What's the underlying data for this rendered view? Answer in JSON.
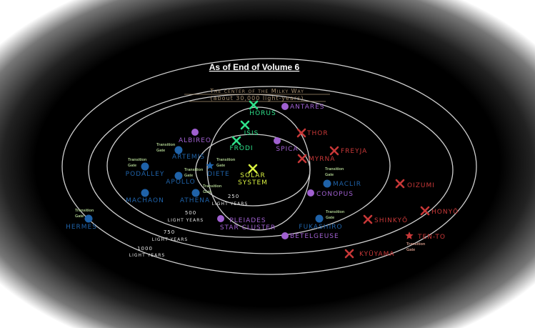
{
  "title": "As of End of Volume 6",
  "milky_way": [
    "The center of the Milky Way",
    "(about 30,000 light-years)"
  ],
  "gate_label": [
    "Transition",
    "Gate"
  ],
  "colors": {
    "green": "#2ee08a",
    "yellow": "#d8f040",
    "purple": "#a060d0",
    "red": "#c83838",
    "blue": "#1f62a8",
    "ring": "#cfcfcf",
    "tan": "#a89070"
  },
  "distances": [
    {
      "value": "250",
      "unit": "LIGHT YEARS"
    },
    {
      "value": "500",
      "unit": "LIGHT YEARS"
    },
    {
      "value": "750",
      "unit": "LIGHT YEARS"
    },
    {
      "value": "1000",
      "unit": "LIGHT YEARS"
    }
  ],
  "markers": [
    {
      "name": "HORUS",
      "kind": "x",
      "color": "green"
    },
    {
      "name": "ISIS",
      "kind": "x",
      "color": "green"
    },
    {
      "name": "FRODI",
      "kind": "x",
      "color": "green"
    },
    {
      "name": "SOLAR SYSTEM",
      "lines": [
        "SOLAR",
        "SYSTEM"
      ],
      "kind": "x",
      "color": "yellow"
    },
    {
      "name": "ANTARES",
      "kind": "dot",
      "color": "purple"
    },
    {
      "name": "ALBIREO",
      "kind": "dot",
      "color": "purple"
    },
    {
      "name": "SPICA",
      "kind": "dot",
      "color": "purple"
    },
    {
      "name": "THOR",
      "kind": "x",
      "color": "red"
    },
    {
      "name": "MYRNA",
      "kind": "x",
      "color": "red"
    },
    {
      "name": "FREYJA",
      "kind": "x",
      "color": "red"
    },
    {
      "name": "OIZUMI",
      "kind": "x",
      "color": "red"
    },
    {
      "name": "HONYŌ",
      "kind": "x",
      "color": "red"
    },
    {
      "name": "SHINKYŌ",
      "kind": "x",
      "color": "red"
    },
    {
      "name": "TEN-TO",
      "kind": "star",
      "color": "red",
      "gate": true
    },
    {
      "name": "KYŪYAMA",
      "kind": "x",
      "color": "red"
    },
    {
      "name": "BETELGEUSE",
      "kind": "dot",
      "color": "purple"
    },
    {
      "name": "CONOPUS",
      "kind": "dot",
      "color": "purple"
    },
    {
      "name": "MACLIR",
      "kind": "dot",
      "color": "blue",
      "gate": true
    },
    {
      "name": "FUKASHIRO",
      "kind": "dot",
      "color": "blue",
      "gate": true
    },
    {
      "name": "PLEIADES STAR CLUSTER",
      "lines": [
        "PLEIADES",
        "STAR CLUSTER"
      ],
      "kind": "dot",
      "color": "purple"
    },
    {
      "name": "ATHENA",
      "kind": "dot",
      "color": "blue",
      "gate": true
    },
    {
      "name": "MACHAON",
      "kind": "dot",
      "color": "blue"
    },
    {
      "name": "APOLLO",
      "kind": "dot",
      "color": "blue",
      "gate": true
    },
    {
      "name": "PODALLEY",
      "kind": "dot",
      "color": "blue",
      "gate": true
    },
    {
      "name": "ARTEMIS",
      "kind": "dot",
      "color": "blue",
      "gate": true
    },
    {
      "name": "DIETE",
      "kind": "star",
      "color": "blue",
      "gate": true
    },
    {
      "name": "HERMES",
      "kind": "dot",
      "color": "blue",
      "gate": true
    }
  ]
}
